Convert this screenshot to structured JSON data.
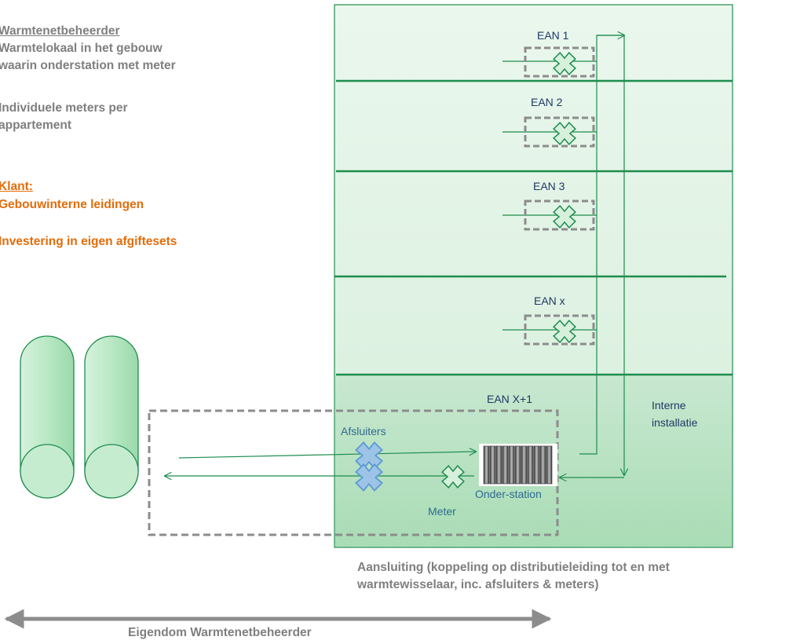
{
  "left_text": {
    "owner_heading": "Warmtenetbeheerder",
    "owner_line1": "Warmtelokaal in het gebouw",
    "owner_line2": "waarin onderstation met meter",
    "owner_line3": "Individuele meters per",
    "owner_line4": "appartement",
    "client_heading": "Klant:",
    "client_line1": "Gebouwinterne leidingen",
    "client_line2": "Investering in eigen afgiftesets"
  },
  "floors": [
    {
      "label": "EAN 1"
    },
    {
      "label": "EAN 2"
    },
    {
      "label": "EAN 3"
    },
    {
      "label": "EAN x"
    },
    {
      "label": "EAN X+1"
    }
  ],
  "labels": {
    "internal_installation_line1": "Interne",
    "internal_installation_line2": "installatie",
    "valves": "Afsluiters",
    "substation": "Onder-station",
    "meter": "Meter"
  },
  "bottom_text": {
    "connection_line1": "Aansluiting (koppeling op distributieleiding tot en met",
    "connection_line2": "warmtewisselaar, inc. afsluiters & meters)",
    "ownership": "Eigendom Warmtenetbeheerder"
  },
  "colors": {
    "green_line": "#1e8c4e",
    "building_fill": "#e3f3e6",
    "dashed_grey": "#8c8c8c",
    "valve_blue": "#9dc3e6",
    "orange_text": "#e46c0a",
    "grey_text": "#7f7f7f"
  }
}
